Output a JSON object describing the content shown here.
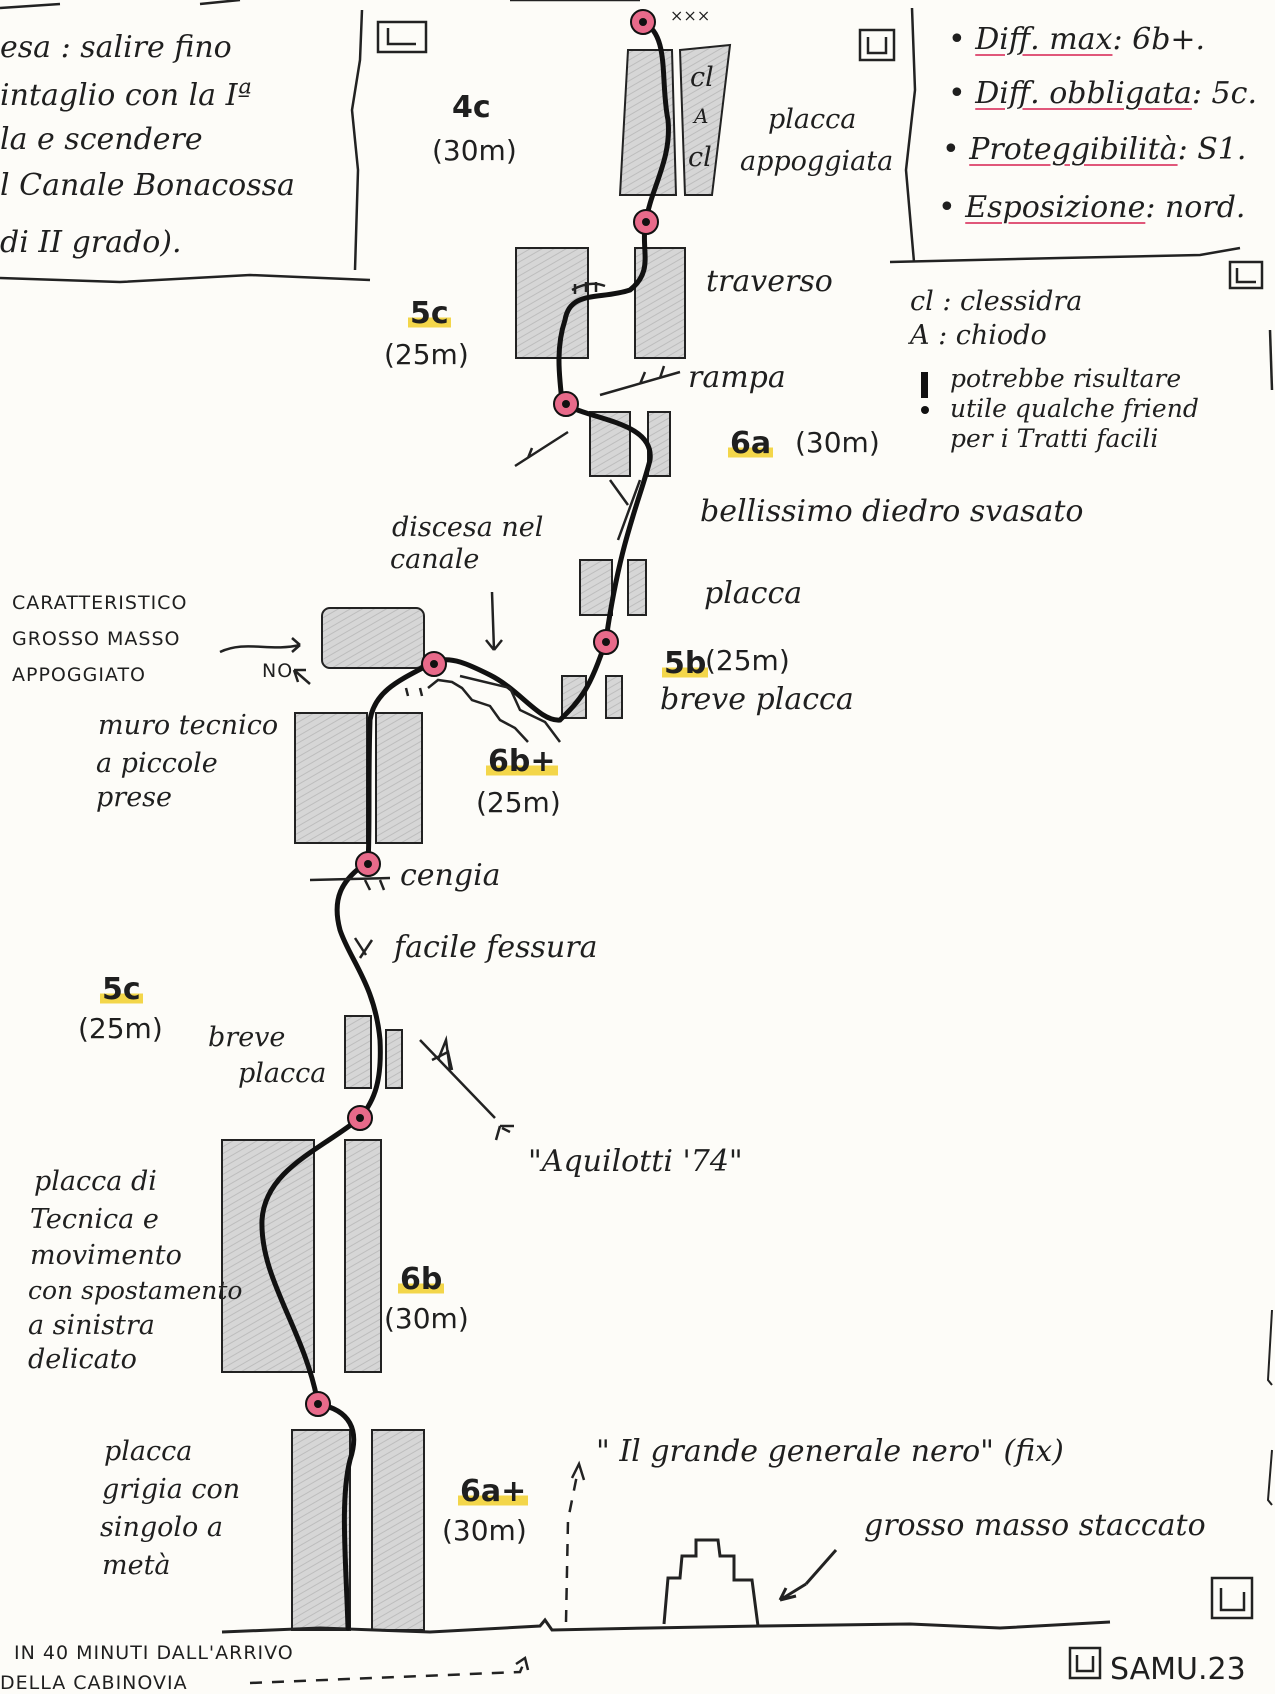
{
  "descent_note": {
    "lines": [
      "esa : salire fino",
      "intaglio con la Iª",
      "la e scendere",
      "l Canale Bonacossa",
      "di II grado)."
    ]
  },
  "info": {
    "diff_max_label": "Diff. max",
    "diff_max_value": ": 6b+.",
    "diff_obbl_label": "Diff. obbligata",
    "diff_obbl_value": ": 5c.",
    "protezione_label": "Proteggibilità",
    "protezione_value": ": S1.",
    "esposizione_label": "Esposizione",
    "esposizione_value": ": nord."
  },
  "legend": {
    "cl": "cl : clessidra",
    "a": "A : chiodo",
    "warn_line1": "potrebbe risultare",
    "warn_line2": "utile qualche friend",
    "warn_line3": "per i Tratti facili"
  },
  "pitches": [
    {
      "grade": "4c",
      "length": "(30m)"
    },
    {
      "grade": "5c",
      "length": "(25m)"
    },
    {
      "grade": "6a",
      "length": "(30m)"
    },
    {
      "grade": "5b",
      "length": "(25m)"
    },
    {
      "grade": "6b+",
      "length": "(25m)"
    },
    {
      "grade": "5c",
      "length": "(25m)"
    },
    {
      "grade": "6b",
      "length": "(30m)"
    },
    {
      "grade": "6a+",
      "length": "(30m)"
    }
  ],
  "labels": {
    "xxx": "×××",
    "cl_top": "cl",
    "a_mid": "A",
    "cl_bottom": "cl",
    "placca_appoggiata_1": "placca",
    "placca_appoggiata_2": "appoggiata",
    "traverso": "traverso",
    "rampa": "rampa",
    "diedro": "bellissimo diedro svasato",
    "placca": "placca",
    "discesa_1": "discesa nel",
    "discesa_2": "canale",
    "breve_placca_5b": "breve placca",
    "masso_1": "CARATTERISTICO",
    "masso_2": "GROSSO MASSO",
    "masso_3": "APPOGGIATO",
    "no": "NO",
    "muro_1": "muro tecnico",
    "muro_2": "a piccole",
    "muro_3": "prese",
    "cengia": "cengia",
    "facile_fessura": "facile fessura",
    "breve_1": "breve",
    "breve_2": "placca",
    "aquilotti": "\"Aquilotti '74\"",
    "placca_tecnica_1": "placca di",
    "placca_tecnica_2": "Tecnica e",
    "placca_tecnica_3": "movimento",
    "placca_tecnica_4": "con spostamento",
    "placca_tecnica_5": "a sinistra",
    "placca_tecnica_6": "delicato",
    "placca_grigia_1": "placca",
    "placca_grigia_2": "grigia con",
    "placca_grigia_3": "singolo a",
    "placca_grigia_4": "metà",
    "generale_nero": "\" Il grande generale nero\" (fix)",
    "masso_staccato": "grosso masso staccato",
    "approach_1": "IN  40  MINUTI  DALL'ARRIVO",
    "approach_2": "DELLA CABINOVIA",
    "signature": "SAMU.23"
  }
}
